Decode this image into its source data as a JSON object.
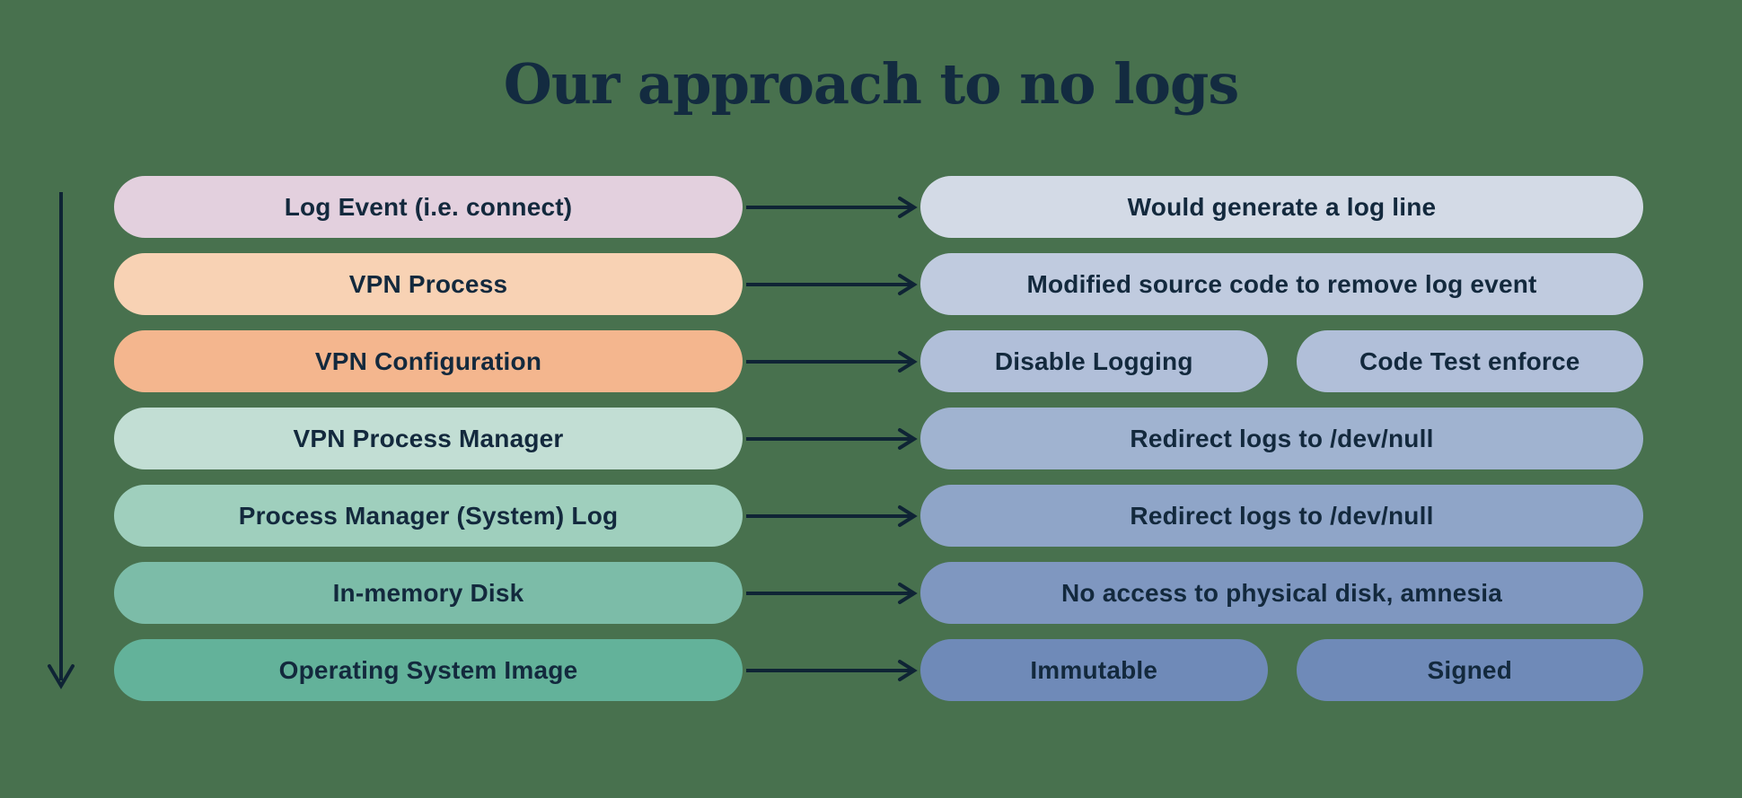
{
  "title": "Our approach to no logs",
  "colors": {
    "background": "#48714e",
    "title_text": "#132b40",
    "pill_text": "#13293d",
    "arrow": "#0f2435"
  },
  "icons": {
    "flow_direction": "arrow-down-icon",
    "row_connector": "arrow-right-icon"
  },
  "rows": [
    {
      "stage": {
        "label": "Log Event (i.e. connect)",
        "color": "#e3d0de"
      },
      "mitigations": [
        {
          "label": "Would generate a log line",
          "color": "#d3dae6"
        }
      ]
    },
    {
      "stage": {
        "label": "VPN Process",
        "color": "#f8d2b4"
      },
      "mitigations": [
        {
          "label": "Modified source code to remove log event",
          "color": "#c0cbdf"
        }
      ]
    },
    {
      "stage": {
        "label": "VPN Configuration",
        "color": "#f4b68e"
      },
      "mitigations": [
        {
          "label": "Disable Logging",
          "color": "#b1bfd9"
        },
        {
          "label": "Code Test enforce",
          "color": "#b1bfd9"
        }
      ]
    },
    {
      "stage": {
        "label": "VPN Process Manager",
        "color": "#c2ded4"
      },
      "mitigations": [
        {
          "label": "Redirect logs to /dev/null",
          "color": "#a0b3d0"
        }
      ]
    },
    {
      "stage": {
        "label": "Process Manager (System) Log",
        "color": "#9fcfbd"
      },
      "mitigations": [
        {
          "label": "Redirect logs to /dev/null",
          "color": "#8fa5c8"
        }
      ]
    },
    {
      "stage": {
        "label": "In-memory Disk",
        "color": "#7cbca8"
      },
      "mitigations": [
        {
          "label": "No access to physical disk, amnesia",
          "color": "#7f97c0"
        }
      ]
    },
    {
      "stage": {
        "label": "Operating System Image",
        "color": "#63b29a"
      },
      "mitigations": [
        {
          "label": "Immutable",
          "color": "#6f8ab8"
        },
        {
          "label": "Signed",
          "color": "#6f8ab8"
        }
      ]
    }
  ]
}
